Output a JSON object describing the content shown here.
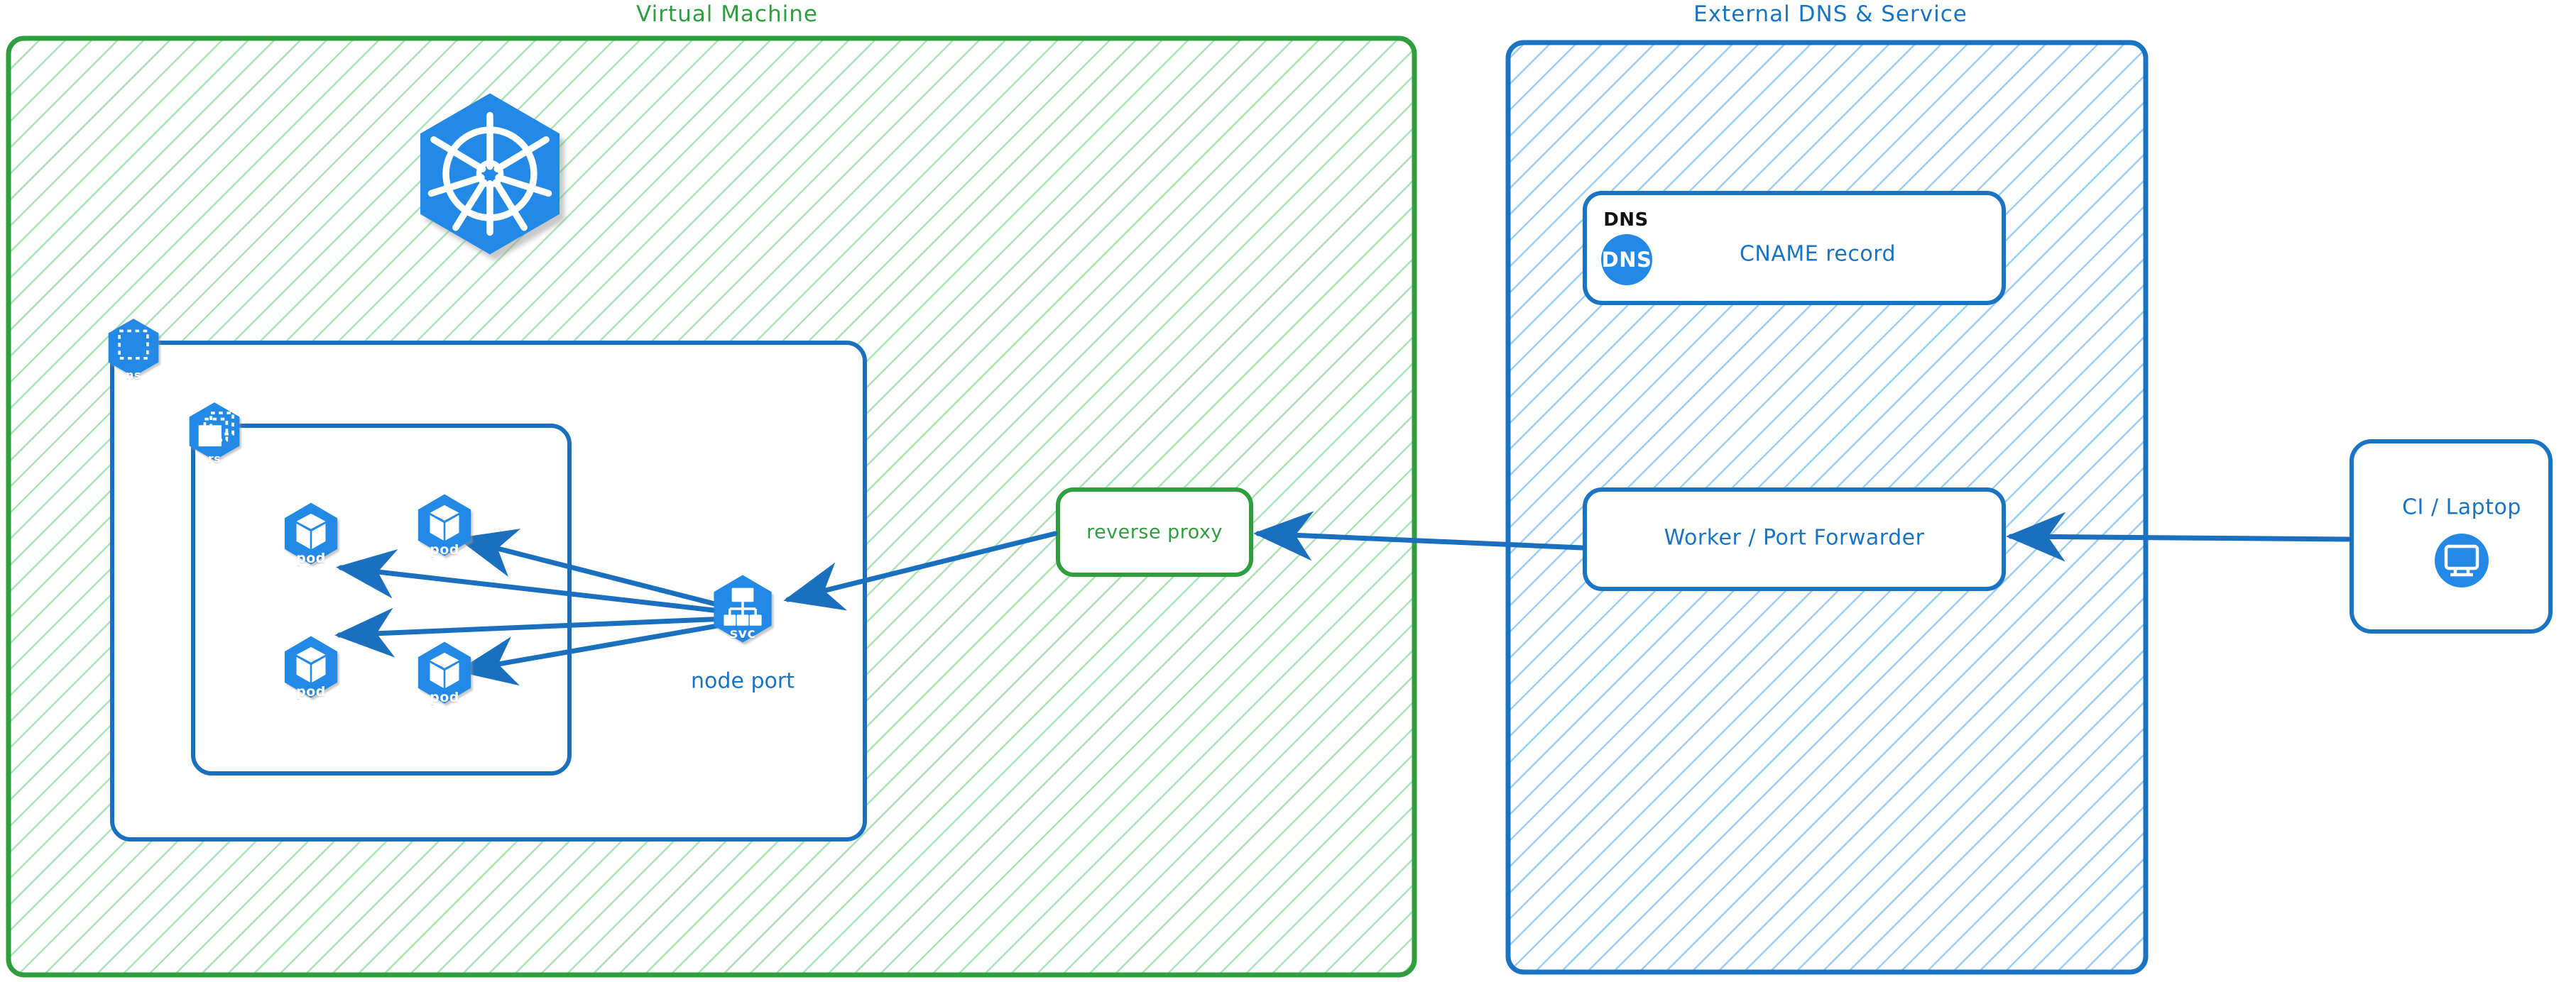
{
  "diagram": {
    "title_vm": "Virtual Machine",
    "title_dns": "External DNS & Service"
  },
  "vm_panel": {
    "label": "Virtual Machine",
    "border_color": "#2E9E3E",
    "hatch_color": "#A9E3B4",
    "nodes": {
      "k8s_logo": {
        "name": "kubernetes-logo"
      },
      "namespace": {
        "label": "ns",
        "name": "namespace-icon"
      },
      "replicaset": {
        "label": "rs",
        "name": "replicaset-icon"
      },
      "service": {
        "label": "svc",
        "name": "service-icon"
      },
      "node_port_label": "node port",
      "pods": [
        {
          "label": "pod"
        },
        {
          "label": "pod"
        },
        {
          "label": "pod"
        },
        {
          "label": "pod"
        }
      ]
    },
    "reverse_proxy": {
      "label": "reverse proxy",
      "color": "#2E9E3E"
    }
  },
  "dns_panel": {
    "label": "External DNS & Service",
    "border_color": "#1A74C4",
    "hatch_color": "#9CCDF7",
    "dns_card": {
      "kicker": "DNS",
      "badge": "DNS",
      "label": "CNAME record"
    },
    "worker": {
      "label": "Worker / Port Forwarder"
    }
  },
  "client": {
    "label": "CI / Laptop",
    "icon": "monitor-icon"
  },
  "connections": [
    {
      "from": "service",
      "to": "pod-1"
    },
    {
      "from": "service",
      "to": "pod-2"
    },
    {
      "from": "service",
      "to": "pod-3"
    },
    {
      "from": "service",
      "to": "pod-4"
    },
    {
      "from": "reverse-proxy",
      "to": "service"
    },
    {
      "from": "worker-port-forwarder",
      "to": "reverse-proxy"
    },
    {
      "from": "ci-laptop",
      "to": "worker-port-forwarder"
    }
  ],
  "colors": {
    "k8s_blue": "#2489E6",
    "line_blue": "#1A6FBF",
    "green": "#2E9E3E",
    "blue": "#1A74C4"
  }
}
